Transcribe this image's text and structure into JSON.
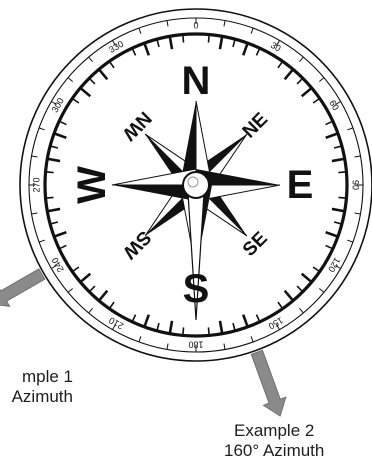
{
  "compass": {
    "cardinals": [
      {
        "label": "N",
        "bearing": 0
      },
      {
        "label": "E",
        "bearing": 90
      },
      {
        "label": "S",
        "bearing": 180
      },
      {
        "label": "W",
        "bearing": 270
      }
    ],
    "intercardinals": [
      {
        "label": "NE",
        "bearing": 45
      },
      {
        "label": "SE",
        "bearing": 135
      },
      {
        "label": "SW",
        "bearing": 225
      },
      {
        "label": "NW",
        "bearing": 315
      }
    ],
    "degree_labels": [
      "0",
      "30",
      "60",
      "90",
      "120",
      "150",
      "180",
      "210",
      "240",
      "270",
      "300",
      "330"
    ]
  },
  "examples": [
    {
      "line1": "mple 1",
      "line2": "Azimuth",
      "bearing": 240
    },
    {
      "line1": "Example 2",
      "line2": "160° Azimuth",
      "bearing": 160
    }
  ],
  "colors": {
    "ink": "#111111",
    "arrow_fill": "#8a8a8a",
    "background": "#ffffff"
  }
}
